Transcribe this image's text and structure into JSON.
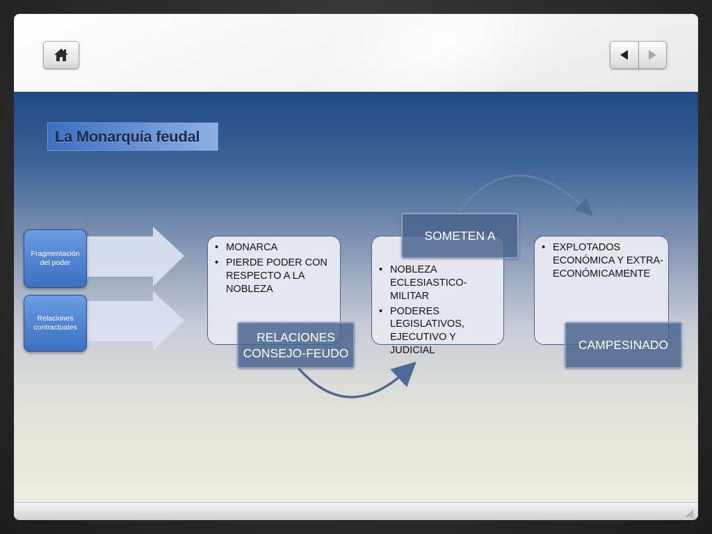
{
  "slide": {
    "title": "La Monarquía feudal"
  },
  "sidebar": {
    "items": [
      {
        "label": "Fragmentación del poder"
      },
      {
        "label": "Relaciones contractuales"
      }
    ]
  },
  "diagram": {
    "cards": [
      {
        "bullets": [
          "MONARCA",
          "PIERDE PODER CON RESPECTO A LA NOBLEZA"
        ],
        "label": "RELACIONES CONSEJO-FEUDO"
      },
      {
        "bullets": [
          "NOBLEZA ECLESIASTICO-MILITAR",
          "PODERES LEGISLATIVOS, EJECUTIVO Y JUDICIAL"
        ],
        "label": "SOMETEN A"
      },
      {
        "bullets": [
          "EXPLOTADOS ECONÓMICA Y EXTRA-ECONÓMICAMENTE"
        ],
        "label": "CAMPESINADO"
      }
    ]
  },
  "icons": {
    "home": "home-icon",
    "previous": "triangle-left-icon",
    "next": "triangle-right-icon",
    "grip": "resize-grip-icon"
  },
  "colors": {
    "accent_blue": "#3a6fc2",
    "label_box": "#46608c",
    "card_fill": "#e6e6ee"
  }
}
